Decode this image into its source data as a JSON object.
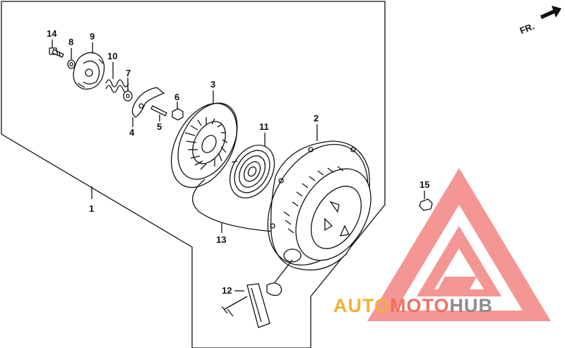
{
  "direction_label": "FR.",
  "callouts": [
    {
      "id": "14",
      "label": "14"
    },
    {
      "id": "8",
      "label": "8"
    },
    {
      "id": "9",
      "label": "9"
    },
    {
      "id": "10",
      "label": "10"
    },
    {
      "id": "7",
      "label": "7"
    },
    {
      "id": "6",
      "label": "6"
    },
    {
      "id": "4",
      "label": "4"
    },
    {
      "id": "5",
      "label": "5"
    },
    {
      "id": "3",
      "label": "3"
    },
    {
      "id": "11",
      "label": "11"
    },
    {
      "id": "2",
      "label": "2"
    },
    {
      "id": "1",
      "label": "1"
    },
    {
      "id": "13",
      "label": "13"
    },
    {
      "id": "15",
      "label": "15"
    },
    {
      "id": "12",
      "label": "12"
    }
  ],
  "watermark": {
    "part1": "AUTO",
    "part2": "MOTO",
    "part3": "HUB",
    "color_auto": "#f2b136",
    "color_moto": "#ef6f60",
    "color_hub": "#8c8c8c",
    "triangle_color": "#ee5a57"
  }
}
